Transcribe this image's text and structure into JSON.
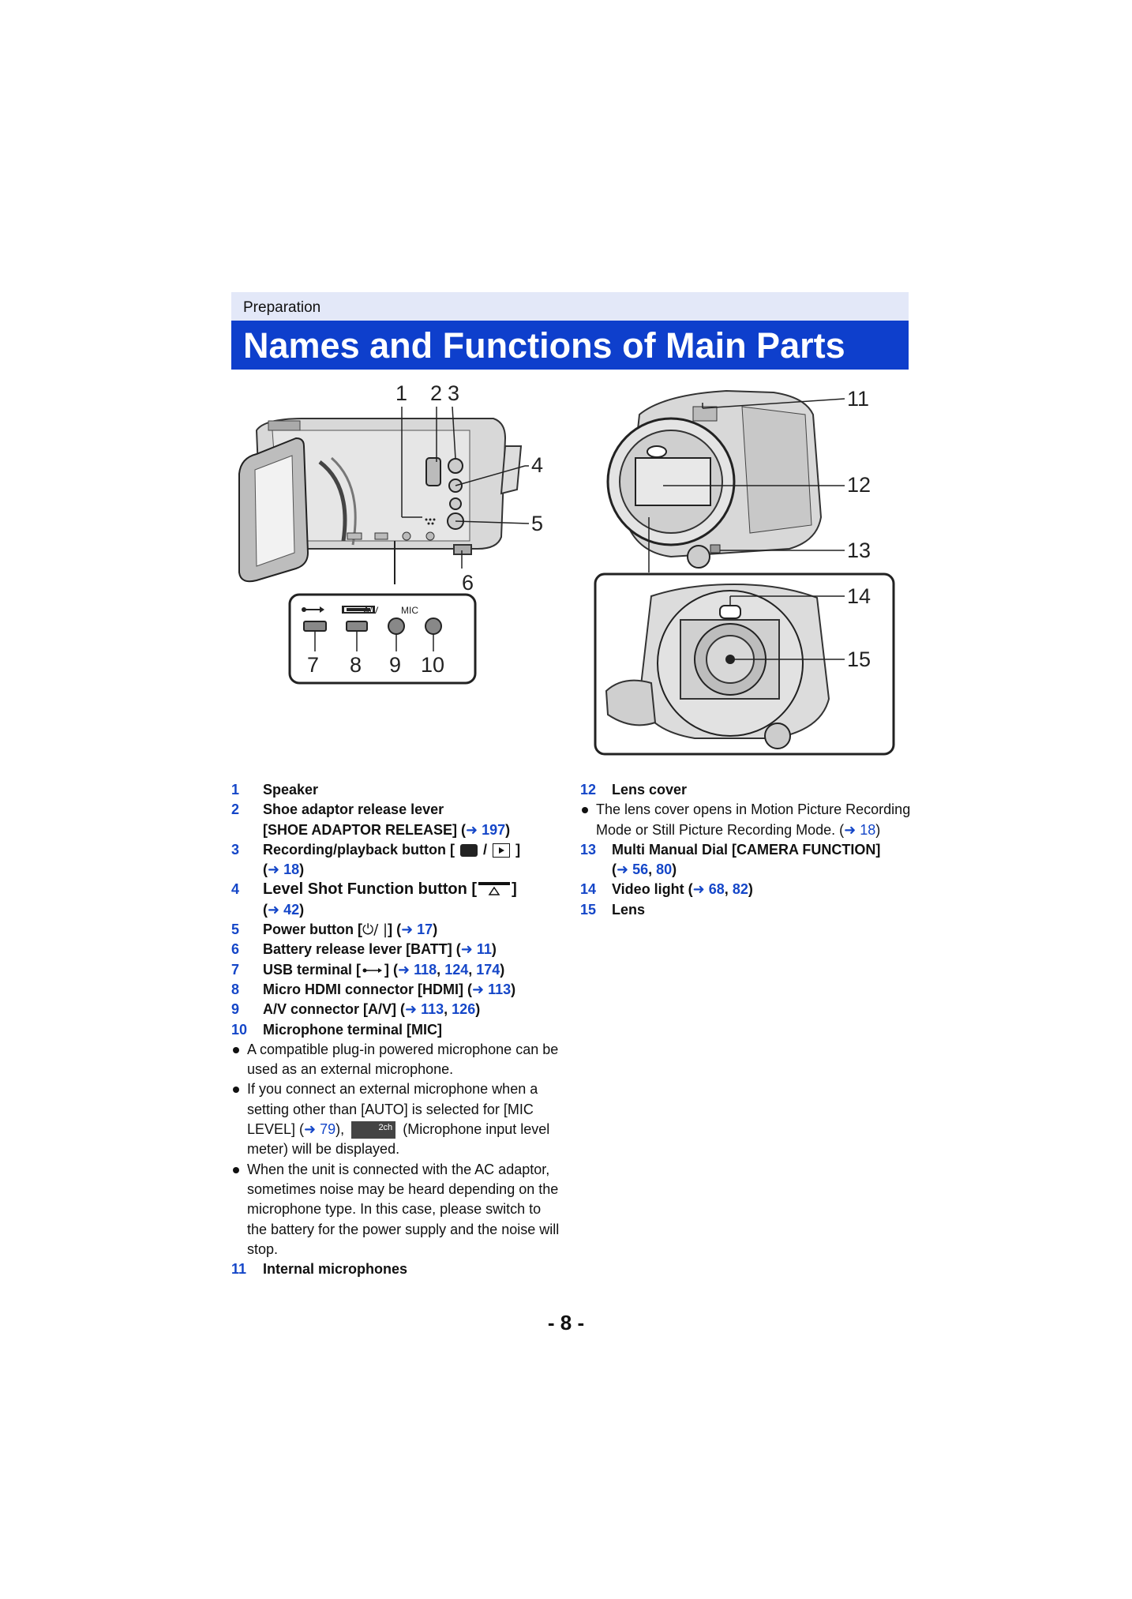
{
  "header": {
    "section": "Preparation",
    "title": "Names and Functions of Main Parts"
  },
  "figure_left": {
    "callouts": [
      "1",
      "2",
      "3",
      "4",
      "5",
      "6",
      "7",
      "8",
      "9",
      "10"
    ],
    "terminal_labels": [
      "A/V",
      "MIC"
    ]
  },
  "figure_right": {
    "callouts": [
      "11",
      "12",
      "13",
      "14",
      "15"
    ]
  },
  "left_list": {
    "items": [
      {
        "n": "1",
        "text": "Speaker"
      },
      {
        "n": "2",
        "text": "Shoe adaptor release lever",
        "text2": "[SHOE ADAPTOR RELEASE] (",
        "arrow": "➜ ",
        "refs": [
          "197"
        ],
        "close": ")"
      },
      {
        "n": "3",
        "text": "Recording/playback button [",
        "sep": " / ",
        "text_end": "]",
        "arrow": "➜ ",
        "refs": [
          "18"
        ],
        "open": "(",
        "close": ")"
      },
      {
        "n": "4",
        "text": "Level Shot Function button [",
        "text_end": "]",
        "open": "(",
        "arrow": "➜ ",
        "refs": [
          "42"
        ],
        "close": ")"
      },
      {
        "n": "5",
        "text": "Power button [",
        "power_glyph": "⏻/ |",
        "text_end": "] (",
        "arrow": "➜ ",
        "refs": [
          "17"
        ],
        "close": ")"
      },
      {
        "n": "6",
        "text": "Battery release lever [BATT] (",
        "arrow": "➜ ",
        "refs": [
          "11"
        ],
        "close": ")"
      },
      {
        "n": "7",
        "text": "USB terminal [",
        "text_end": "] (",
        "arrow": "➜ ",
        "refs": [
          "118",
          "124",
          "174"
        ],
        "close": ")"
      },
      {
        "n": "8",
        "text": "Micro HDMI connector [HDMI] (",
        "arrow": "➜ ",
        "refs": [
          "113"
        ],
        "close": ")"
      },
      {
        "n": "9",
        "text": "A/V connector [A/V] (",
        "arrow": "➜ ",
        "refs": [
          "113",
          "126"
        ],
        "close": ")"
      },
      {
        "n": "10",
        "text": "Microphone terminal [MIC]"
      }
    ],
    "notes": [
      "A compatible plug-in powered microphone can be used as an external microphone.",
      {
        "pre": "If you connect an external microphone when a setting other than [AUTO] is selected for [MIC LEVEL] (",
        "arrow": "➜ ",
        "ref": "79",
        "mid": "),",
        "meter": "2ch",
        "post": "(Microphone input level meter) will be displayed."
      },
      "When the unit is connected with the AC adaptor, sometimes noise may be heard depending on the microphone type. In this case, please switch to the battery for the power supply and the noise will stop."
    ],
    "item11": {
      "n": "11",
      "text": "Internal microphones"
    }
  },
  "right_list": {
    "item12": {
      "n": "12",
      "text": "Lens cover"
    },
    "note12": {
      "pre": "The lens cover opens in Motion Picture Recording Mode or Still Picture Recording Mode. (",
      "arrow": "➜ ",
      "ref": "18",
      "close": ")"
    },
    "item13": {
      "n": "13",
      "text": "Multi Manual Dial [CAMERA FUNCTION]",
      "open": "(",
      "arrow": "➜ ",
      "refs": [
        "56",
        "80"
      ],
      "close": ")"
    },
    "item14": {
      "n": "14",
      "text": "Video light (",
      "arrow": "➜ ",
      "refs": [
        "68",
        "82"
      ],
      "close": ")"
    },
    "item15": {
      "n": "15",
      "text": "Lens"
    }
  },
  "footer": {
    "page": "- 8 -"
  },
  "colors": {
    "title_bar": "#0e3fcc",
    "section_bar": "#e3e8f8",
    "link": "#1446c8"
  }
}
